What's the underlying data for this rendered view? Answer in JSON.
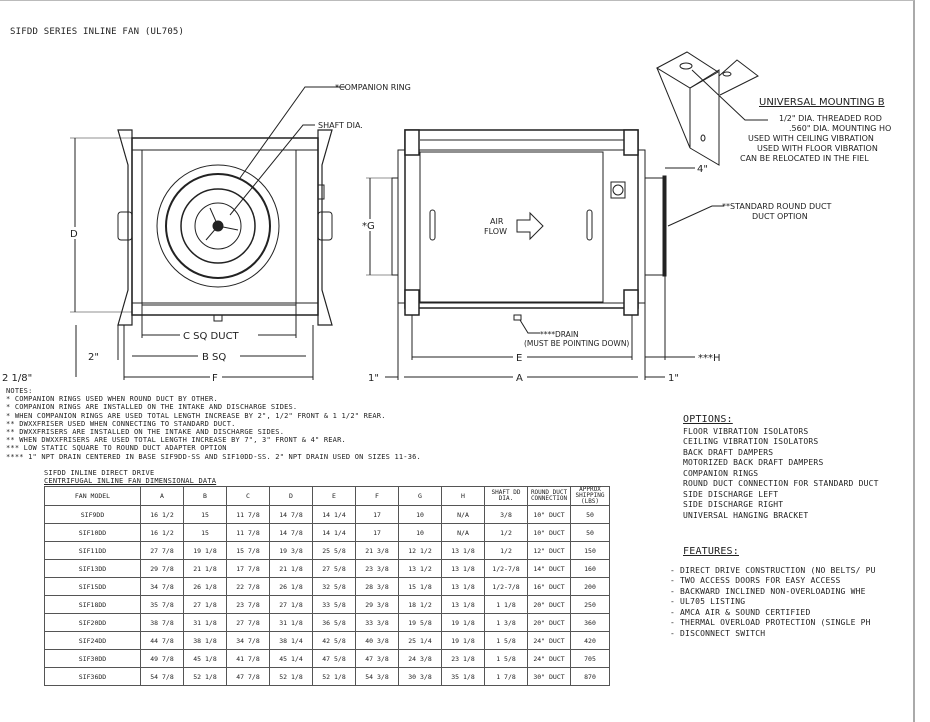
{
  "title": "SIFDD SERIES INLINE FAN (UL705)",
  "drawing": {
    "companion_ring": "*COMPANION RING",
    "shaft_dia": "SHAFT DIA.",
    "dim_d": "D",
    "dim_c": "C SQ DUCT",
    "dim_b": "B SQ",
    "dim_f": "F",
    "dim_2in": "2\"",
    "dim_2_1_8": "2 1/8\"",
    "dim_g": "*G",
    "air": "AIR",
    "flow": "FLOW",
    "drain": "****DRAIN",
    "drain_note": "(MUST BE POINTING DOWN)",
    "dim_e": "E",
    "dim_a": "A",
    "dim_1in_left": "1\"",
    "dim_1in_right": "1\"",
    "dim_h": "***H",
    "dim_4in": "4\"",
    "std_duct_1": "**STANDARD ROUND DUCT",
    "std_duct_2": "DUCT OPTION",
    "bracket_title": "UNIVERSAL MOUNTING B",
    "bracket_notes": [
      "1/2\" DIA. THREADED ROD",
      ".560\" DIA. MOUNTING HO",
      "USED WITH CEILING VIBRATION",
      "USED WITH FLOOR VIBRATION",
      "CAN BE RELOCATED IN THE FIEL"
    ]
  },
  "notes": {
    "heading": "NOTES:",
    "lines": [
      "* COMPANION RINGS USED WHEN ROUND DUCT BY OTHER.",
      "* COMPANION RINGS ARE INSTALLED ON THE INTAKE AND DISCHARGE SIDES.",
      "* WHEN COMPANION RINGS ARE USED TOTAL LENGTH INCREASE BY 2\", 1/2\" FRONT & 1 1/2\" REAR.",
      "** DWXXFRISER USED WHEN CONNECTING TO STANDARD DUCT.",
      "** DWXXFRISERS ARE INSTALLED ON THE INTAKE AND DISCHARGE SIDES.",
      "** WHEN DWXXFRISERS ARE USED TOTAL LENGTH INCREASE BY 7\", 3\" FRONT & 4\" REAR.",
      "*** LOW STATIC SQUARE TO ROUND DUCT ADAPTER OPTION",
      "**** 1\" NPT DRAIN CENTERED IN BASE SIF9DD-SS AND SIF10DD-SS. 2\" NPT DRAIN USED ON SIZES 11-36."
    ]
  },
  "table": {
    "caption1": "SIFDD INLINE DIRECT DRIVE",
    "caption2": "CENTRIFUGAL INLINE FAN DIMENSIONAL DATA",
    "headers": [
      "FAN MODEL",
      "A",
      "B",
      "C",
      "D",
      "E",
      "F",
      "G",
      "H",
      "SHAFT DD DIA.",
      "ROUND DUCT CONNECTION",
      "APPROX SHIPPING (LBS)"
    ],
    "rows": [
      [
        "SIF9DD",
        "16 1/2",
        "15",
        "11 7/8",
        "14 7/8",
        "14 1/4",
        "17",
        "10",
        "N/A",
        "3/8",
        "10\" DUCT",
        "50"
      ],
      [
        "SIF10DD",
        "16 1/2",
        "15",
        "11 7/8",
        "14 7/8",
        "14 1/4",
        "17",
        "10",
        "N/A",
        "1/2",
        "10\" DUCT",
        "50"
      ],
      [
        "SIF11DD",
        "27 7/8",
        "19 1/8",
        "15 7/8",
        "19 3/8",
        "25 5/8",
        "21 3/8",
        "12 1/2",
        "13 1/8",
        "1/2",
        "12\" DUCT",
        "150"
      ],
      [
        "SIF13DD",
        "29 7/8",
        "21 1/8",
        "17 7/8",
        "21 1/8",
        "27 5/8",
        "23 3/8",
        "13 1/2",
        "13 1/8",
        "1/2-7/8",
        "14\" DUCT",
        "160"
      ],
      [
        "SIF15DD",
        "34 7/8",
        "26 1/8",
        "22 7/8",
        "26 1/8",
        "32 5/8",
        "28 3/8",
        "15 1/8",
        "13 1/8",
        "1/2-7/8",
        "16\" DUCT",
        "200"
      ],
      [
        "SIF18DD",
        "35 7/8",
        "27 1/8",
        "23 7/8",
        "27 1/8",
        "33 5/8",
        "29 3/8",
        "18 1/2",
        "13 1/8",
        "1 1/8",
        "20\" DUCT",
        "250"
      ],
      [
        "SIF20DD",
        "38 7/8",
        "31 1/8",
        "27 7/8",
        "31 1/8",
        "36 5/8",
        "33 3/8",
        "19 5/8",
        "19 1/8",
        "1 3/8",
        "20\" DUCT",
        "360"
      ],
      [
        "SIF24DD",
        "44 7/8",
        "38 1/8",
        "34 7/8",
        "38 1/4",
        "42 5/8",
        "40 3/8",
        "25 1/4",
        "19 1/8",
        "1 5/8",
        "24\" DUCT",
        "420"
      ],
      [
        "SIF30DD",
        "49 7/8",
        "45 1/8",
        "41 7/8",
        "45 1/4",
        "47 5/8",
        "47 3/8",
        "24 3/8",
        "23 1/8",
        "1 5/8",
        "24\" DUCT",
        "705"
      ],
      [
        "SIF36DD",
        "54 7/8",
        "52 1/8",
        "47 7/8",
        "52 1/8",
        "52 1/8",
        "54 3/8",
        "30 3/8",
        "35 1/8",
        "1 7/8",
        "30\" DUCT",
        "870"
      ]
    ]
  },
  "options": {
    "heading": "OPTIONS:",
    "items": [
      "FLOOR VIBRATION ISOLATORS",
      "CEILING VIBRATION ISOLATORS",
      "BACK DRAFT DAMPERS",
      "MOTORIZED BACK DRAFT DAMPERS",
      "COMPANION RINGS",
      "ROUND DUCT CONNECTION FOR STANDARD DUCT",
      "SIDE DISCHARGE LEFT",
      "SIDE DISCHARGE RIGHT",
      "UNIVERSAL HANGING BRACKET"
    ]
  },
  "features": {
    "heading": "FEATURES:",
    "items": [
      "- DIRECT DRIVE CONSTRUCTION (NO BELTS/ PU",
      "- TWO ACCESS DOORS FOR EASY ACCESS",
      "- BACKWARD INCLINED NON-OVERLOADING WHE",
      "- UL705 LISTING",
      "- AMCA AIR & SOUND CERTIFIED",
      "- THERMAL OVERLOAD PROTECTION (SINGLE PH",
      "- DISCONNECT SWITCH"
    ]
  }
}
